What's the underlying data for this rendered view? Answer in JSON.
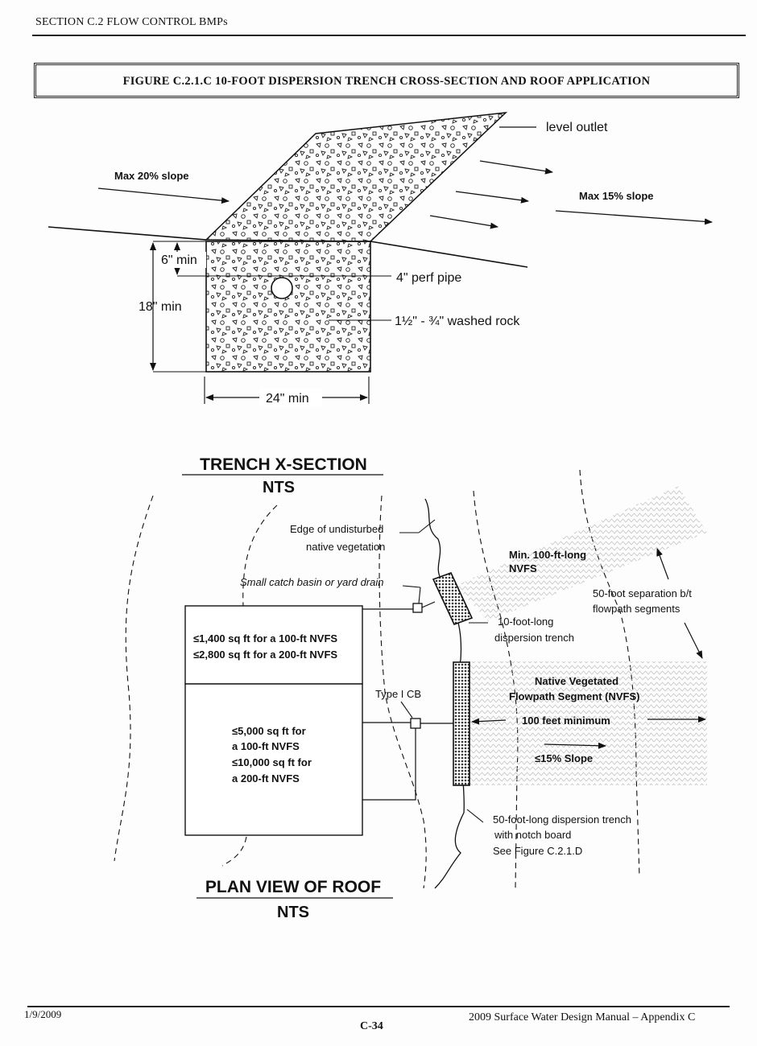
{
  "header": {
    "section": "SECTION C.2   FLOW CONTROL BMPs"
  },
  "figure": {
    "title": "FIGURE C.2.1.C   10-FOOT DISPERSION TRENCH CROSS-SECTION AND ROOF APPLICATION"
  },
  "cross_section": {
    "level_outlet": "level outlet",
    "max20": "Max 20% slope",
    "max15": "Max 15% slope",
    "six_min": "6\" min",
    "eighteen_min": "18\" min",
    "perf_pipe": "4\" perf pipe",
    "washed_rock": "1½\" - ¾\" washed rock",
    "width_min": "24\" min",
    "title": "TRENCH X-SECTION",
    "nts": "NTS"
  },
  "plan_view": {
    "edge_veg_1": "Edge of undisturbed",
    "edge_veg_2": "native vegetation",
    "catch_basin": "Small catch basin or yard drain",
    "roof_small_1": "≤1,400 sq ft for a 100-ft NVFS",
    "roof_small_2": "≤2,800 sq ft for a 200-ft NVFS",
    "roof_large_1": "≤5,000 sq ft for",
    "roof_large_2": "a 100-ft NVFS",
    "roof_large_3": "≤10,000 sq ft for",
    "roof_large_4": "a 200-ft NVFS",
    "type_cb": "Type I CB",
    "min_nvfs_1": "Min. 100-ft-long",
    "min_nvfs_2": "NVFS",
    "separation_1": "50-foot separation b/t",
    "separation_2": "flowpath segments",
    "ten_trench_1": "10-foot-long",
    "ten_trench_2": "dispersion trench",
    "nvfs_1": "Native Vegetated",
    "nvfs_2": "Flowpath Segment (NVFS)",
    "hundred_min": "100 feet minimum",
    "slope15": "≤15% Slope",
    "fifty_trench_1": "50-foot-long dispersion trench",
    "fifty_trench_2": "with notch board",
    "fifty_trench_3": "See Figure C.2.1.D",
    "title": "PLAN VIEW OF ROOF",
    "nts": "NTS"
  },
  "footer": {
    "date": "1/9/2009",
    "manual": "2009 Surface Water Design Manual – Appendix C",
    "page": "C-34"
  }
}
